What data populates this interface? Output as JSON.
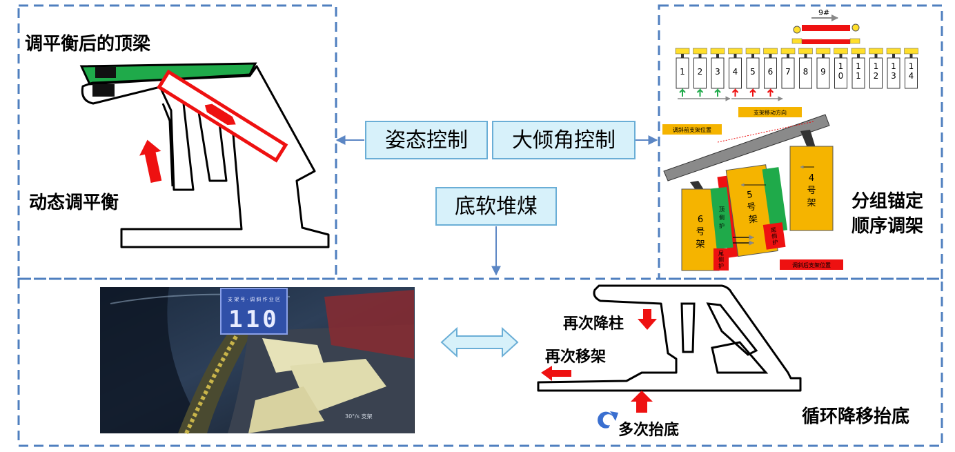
{
  "panels": {
    "top_left": {
      "title": "调平衡后的顶梁",
      "action": "动态调平衡"
    },
    "center": {
      "box_posture": "姿态控制",
      "box_angle": "大倾角控制",
      "box_soft": "底软堆煤"
    },
    "top_right": {
      "support_no": "9#",
      "columns": [
        "1",
        "2",
        "3",
        "4",
        "5",
        "6",
        "7",
        "8",
        "9",
        "1\n0",
        "1\n1",
        "1\n2",
        "1\n3",
        "1\n4"
      ],
      "move_direction": "支架移动方向",
      "before_label": "调斜前支架位置",
      "after_label": "调斜后支架位置",
      "support_4": "4\n号\n架",
      "support_5": "5\n号\n架",
      "support_6": "6\n号\n架",
      "top_guard": "顶\n侧\n护",
      "tail_guard_a": "尾\n侧\n护",
      "tail_guard_b": "尾\n侧\n护",
      "caption": "分组锚定\n顺序调架"
    },
    "bottom": {
      "photo_sign": "110",
      "photo_small": "支 架 号 · 调 斜 作 业 区",
      "photo_bottom": "30°/s 支架",
      "lower_column": "再次降柱",
      "move_support": "再次移架",
      "lift_bottom": "多次抬底",
      "caption": "循环降移抬底"
    }
  },
  "colors": {
    "dash_border": "#4f7fbf",
    "box_fill": "#d7f1fa",
    "box_border": "#6aaed6",
    "red": "#ee1111",
    "green": "#1faa4a",
    "orange": "#f5b400",
    "arrow_blue": "#5b86c4"
  }
}
